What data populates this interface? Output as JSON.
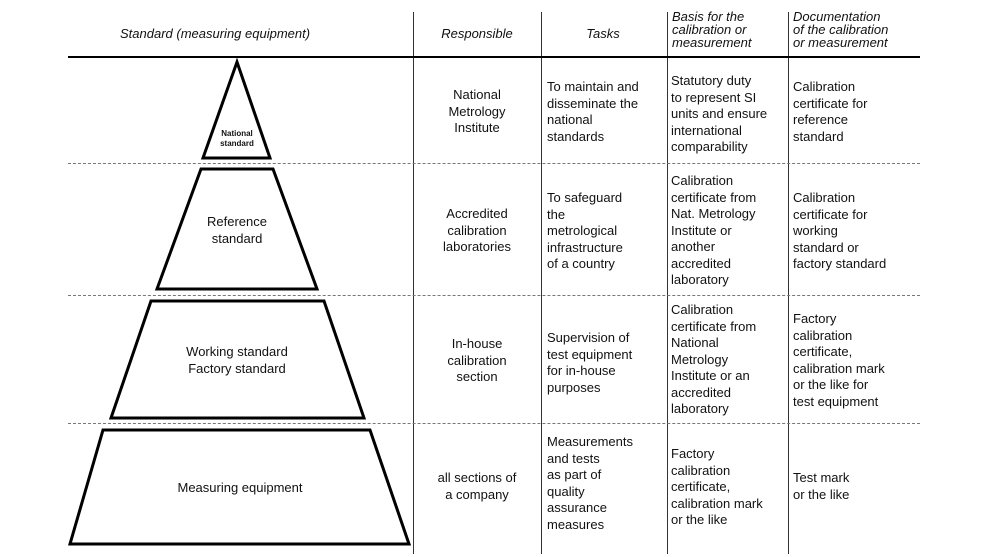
{
  "headers": {
    "standard": "Standard (measuring equipment)",
    "responsible": "Responsible",
    "tasks": "Tasks",
    "basis": "Basis for the\ncalibration or\nmeasurement",
    "documentation": "Documentation\nof the calibration\nor measurement"
  },
  "rows": [
    {
      "level": "National\nstandard",
      "responsible": "National\nMetrology\nInstitute",
      "tasks": "To maintain and\ndisseminate the\nnational\nstandards",
      "basis": "Statutory duty\nto represent SI\nunits and ensure\ninternational\ncomparability",
      "documentation": "Calibration\ncertificate for\nreference\nstandard"
    },
    {
      "level": "Reference\nstandard",
      "responsible": "Accredited\ncalibration\nlaboratories",
      "tasks": "To safeguard\nthe\nmetrological\ninfrastructure\nof a country",
      "basis": "Calibration\ncertificate from\nNat. Metrology\nInstitute or\nanother\naccredited\nlaboratory",
      "documentation": "Calibration\ncertificate for\nworking\nstandard or\nfactory standard"
    },
    {
      "level": "Working standard\nFactory standard",
      "responsible": "In-house\ncalibration\nsection",
      "tasks": "Supervision of\ntest equipment\nfor in-house\npurposes",
      "basis": "Calibration\ncertificate from\nNational\nMetrology\nInstitute or an\naccredited\nlaboratory",
      "documentation": "Factory\ncalibration\ncertificate,\ncalibration mark\nor the like for\ntest equipment"
    },
    {
      "level": "Measuring equipment",
      "responsible": "all sections of\na company",
      "tasks": "Measurements\nand tests\nas part of\nquality\nassurance\nmeasures",
      "basis": "Factory\ncalibration\ncertificate,\ncalibration mark\nor the like",
      "documentation": "Test mark\nor the like"
    }
  ]
}
